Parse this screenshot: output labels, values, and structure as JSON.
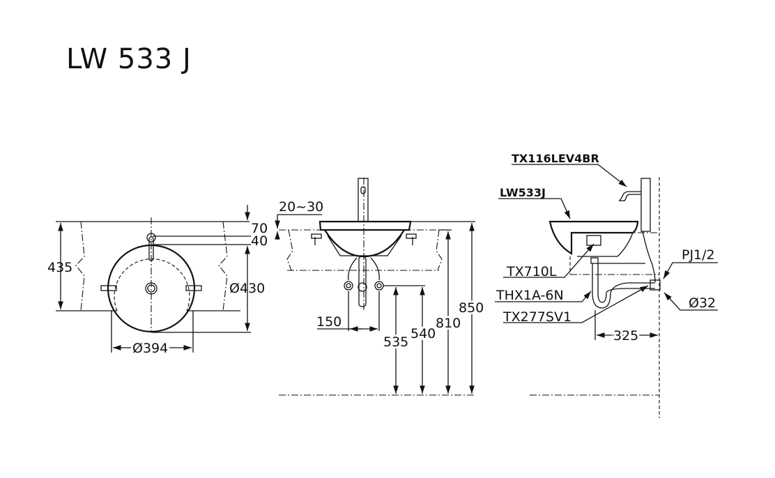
{
  "title": "LW 533 J",
  "plan_view": {
    "dim_depth": "435",
    "dim_faucet_offset": "70",
    "dim_rim_offset": "40",
    "dim_outer_diameter": "Ø430",
    "dim_bowl_diameter": "Ø394"
  },
  "front_view": {
    "dim_counter_thickness": "20~30",
    "dim_supply_spacing": "150",
    "dim_supply_height": "535",
    "dim_drain_height": "540",
    "dim_counter_height": "810",
    "dim_rim_height": "850"
  },
  "side_view": {
    "label_faucet": "TX116LEV4BR",
    "label_basin": "LW533J",
    "label_waste": "TX710L",
    "label_trap": "THX1A-6N",
    "label_valve": "TX277SV1",
    "label_thread": "PJ1/2",
    "label_pipe_diameter": "Ø32",
    "dim_wall_distance": "325"
  }
}
